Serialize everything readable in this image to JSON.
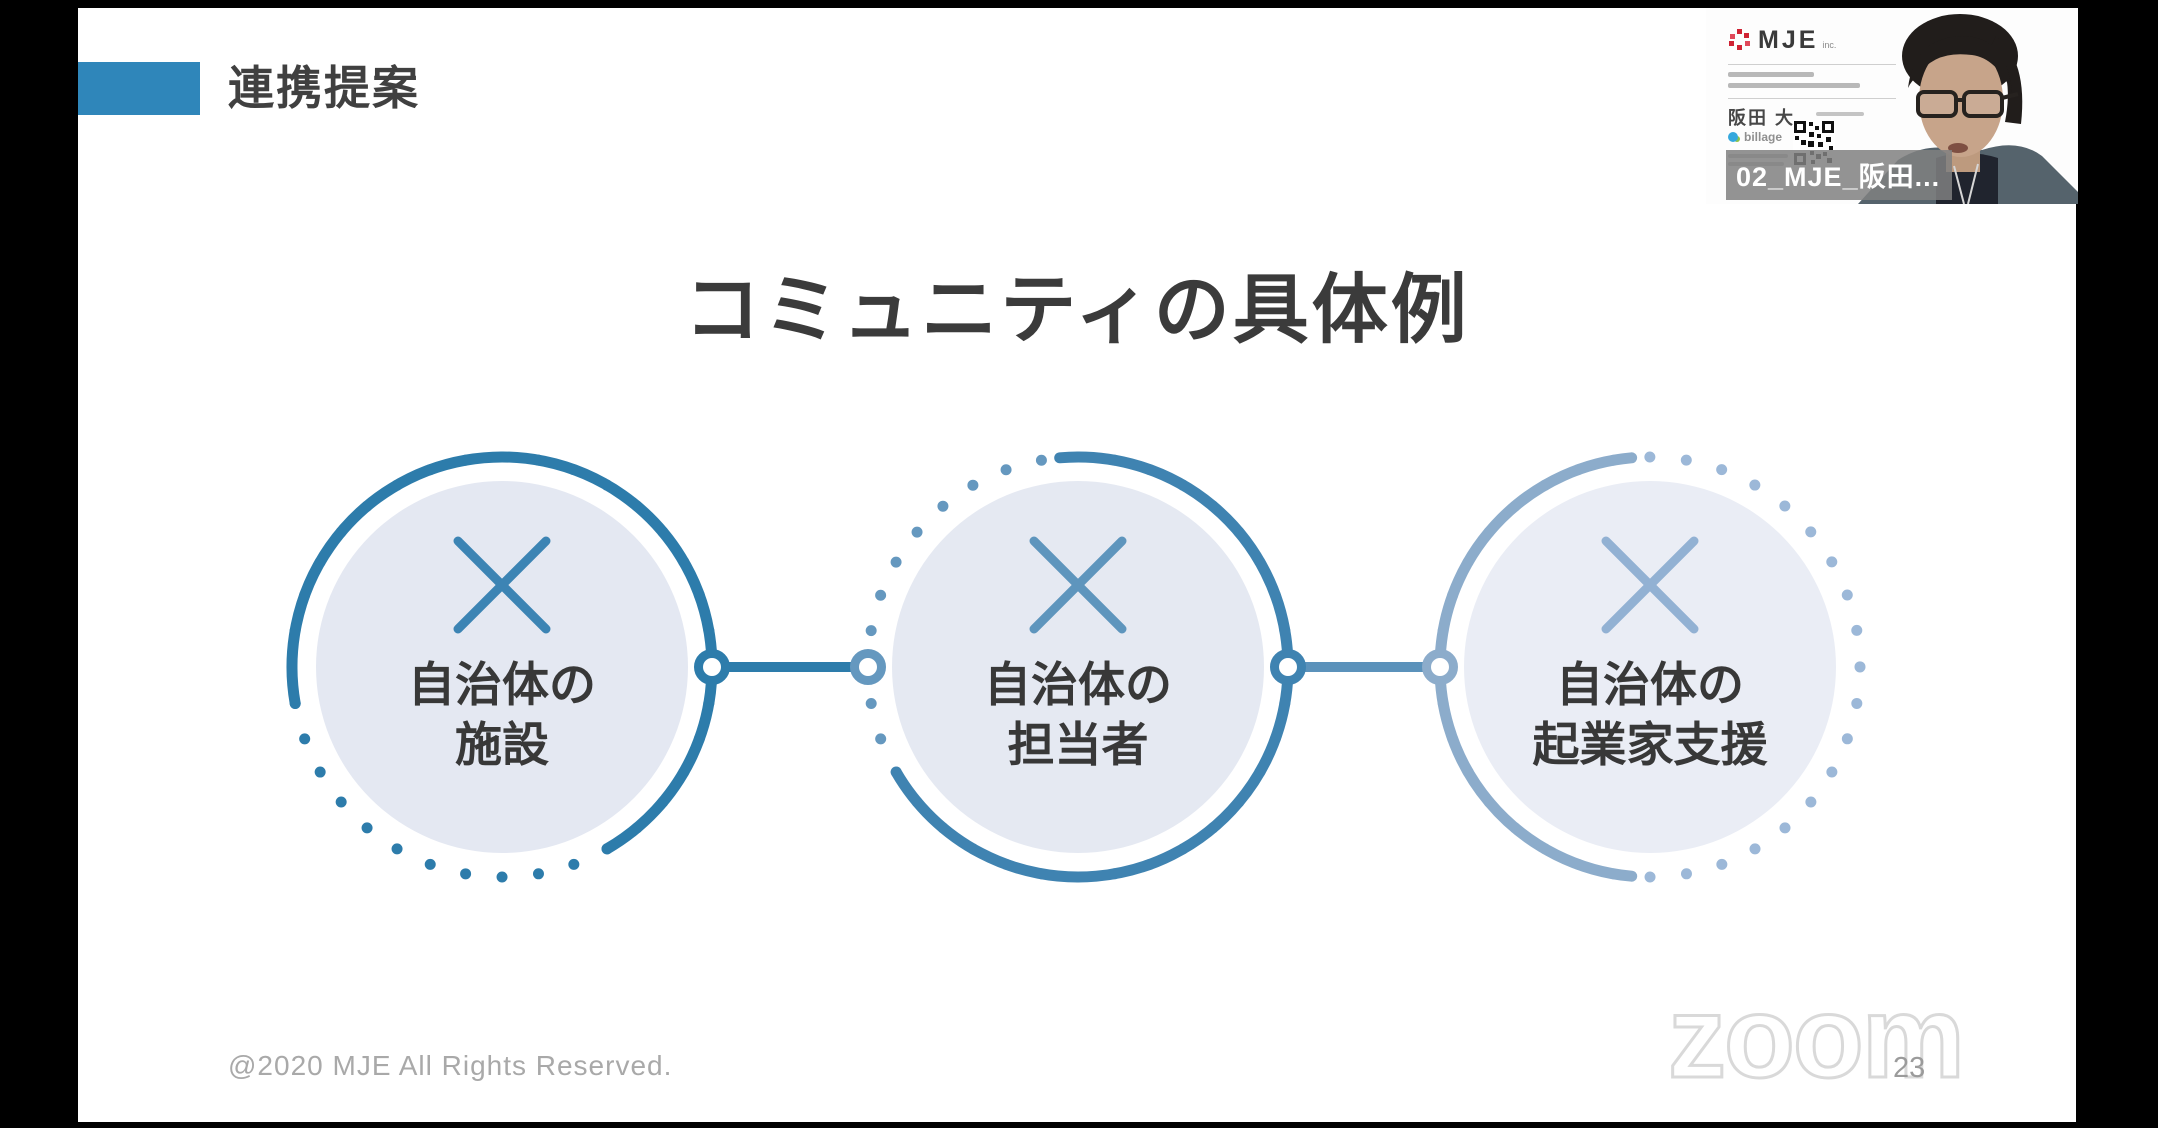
{
  "slide": {
    "section_label": "連携提案",
    "title": "コミュニティの具体例",
    "diagram": {
      "symbol": "×",
      "nodes": [
        {
          "line1": "自治体の",
          "line2": "施設"
        },
        {
          "line1": "自治体の",
          "line2": "担当者"
        },
        {
          "line1": "自治体の",
          "line2": "起業家支援"
        }
      ]
    },
    "copyright": "@2020 MJE All Rights Reserved.",
    "page_number": "23"
  },
  "watermark": {
    "text": "zoom"
  },
  "video_tile": {
    "participant_label": "02_MJE_阪田...",
    "business_card": {
      "company": "MJE",
      "company_suffix": "inc.",
      "person_name": "阪田 大",
      "service_brand": "billage"
    }
  },
  "colors": {
    "accent_blue": "#2f86ba",
    "ring_blue_1": "#2d7cab",
    "ring_blue_2_solid": "#3f83b1",
    "ring_blue_2_dots": "#6598bf",
    "ring_blue_3_solid": "#8caccb",
    "ring_blue_3_dots": "#9cb8d8",
    "circle_fill": "#e4e8f2",
    "text_dark": "#3b3b3b",
    "muted_gray": "#a9a9a9"
  }
}
